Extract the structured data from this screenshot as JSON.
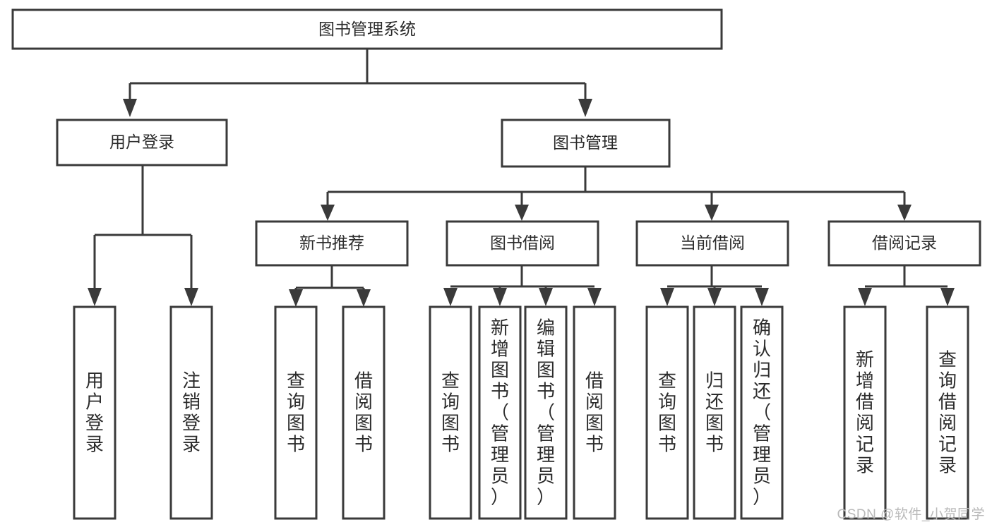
{
  "diagram": {
    "title": "图书管理系统",
    "type": "tree-hierarchy-diagram",
    "colors": {
      "box_stroke": "#3a3a3a",
      "box_fill": "#ffffff",
      "text": "#2b2b2b",
      "background": "#ffffff",
      "watermark": "#b9b9b9"
    },
    "root": {
      "label": "图书管理系统"
    },
    "level2": [
      {
        "label": "用户登录"
      },
      {
        "label": "图书管理"
      }
    ],
    "level3": [
      {
        "label": "新书推荐"
      },
      {
        "label": "图书借阅"
      },
      {
        "label": "当前借阅"
      },
      {
        "label": "借阅记录"
      }
    ],
    "leaves": {
      "user_login": [
        {
          "label": "用户登录"
        },
        {
          "label": "注销登录"
        }
      ],
      "new_book_recommend": [
        {
          "label": "查询图书"
        },
        {
          "label": "借阅图书"
        }
      ],
      "book_borrow": [
        {
          "label": "查询图书"
        },
        {
          "label": "新增图书（管理员）"
        },
        {
          "label": "编辑图书（管理员）"
        },
        {
          "label": "借阅图书"
        }
      ],
      "current_borrow": [
        {
          "label": "查询图书"
        },
        {
          "label": "归还图书"
        },
        {
          "label": "确认归还（管理员）"
        }
      ],
      "borrow_record": [
        {
          "label": "新增借阅记录"
        },
        {
          "label": "查询借阅记录"
        }
      ]
    }
  },
  "watermark": {
    "text": "CSDN @软件_小贺同学"
  }
}
